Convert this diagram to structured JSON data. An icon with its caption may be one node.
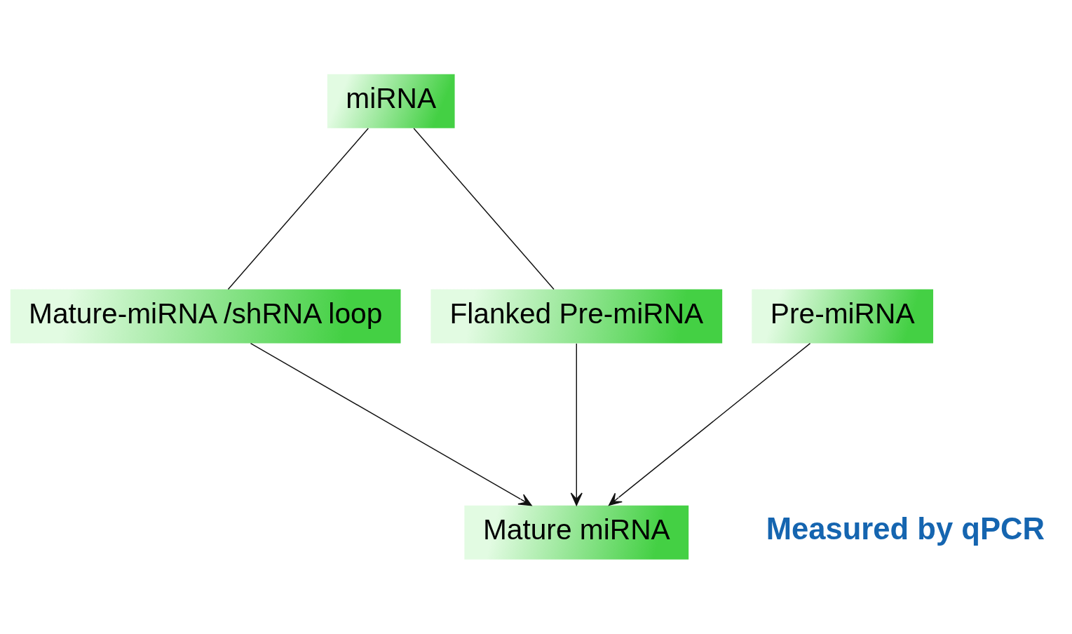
{
  "diagram": {
    "nodes": [
      {
        "text": [
          "miRNA"
        ]
      },
      {
        "text": [
          "Mature-miRNA /shRNA loop"
        ]
      },
      {
        "text": [
          "Pre-miRNA"
        ]
      },
      {
        "text": [
          "Flanked Pre-miRNA"
        ]
      },
      {
        "text": [
          "Mature miRNA"
        ],
        "beside": [
          "Measured by qPCR"
        ]
      }
    ],
    "edges": [
      {
        "from": 0,
        "to": 1,
        "arrow": "none"
      },
      {
        "from": 0,
        "to": 3,
        "arrow": "none"
      },
      {
        "from": 1,
        "to": 4,
        "arrow": "to"
      },
      {
        "from": 2,
        "to": 4,
        "arrow": "to"
      },
      {
        "from": 3,
        "to": 4,
        "arrow": "to"
      }
    ]
  }
}
